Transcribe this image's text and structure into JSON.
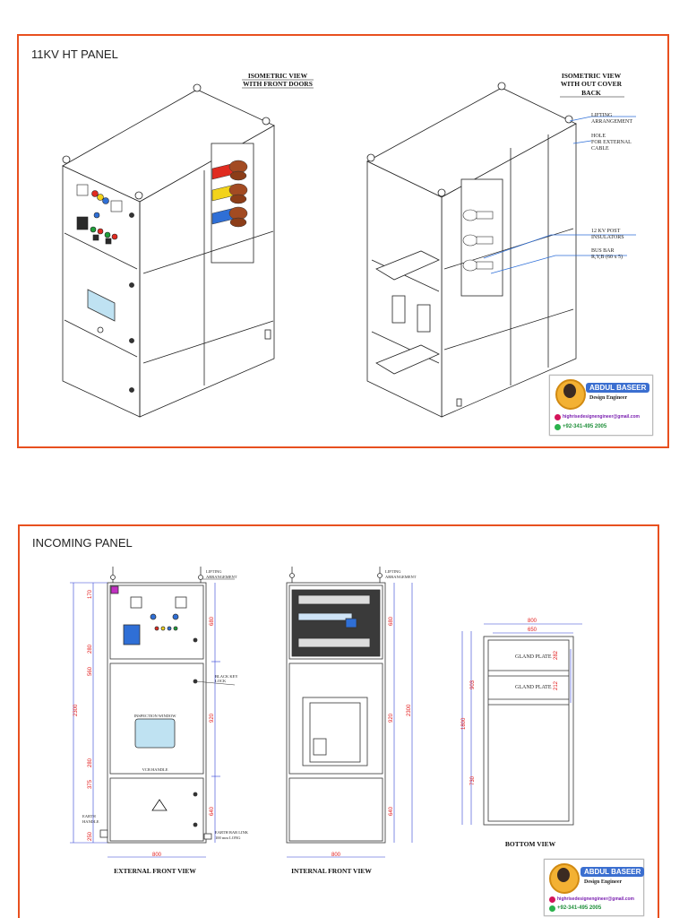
{
  "panel_top": {
    "title": "11KV HT PANEL",
    "view_left_title": [
      "ISOMETRIC VIEW",
      "WITH FRONT DOORS"
    ],
    "view_right_title": [
      "ISOMETRIC VIEW",
      "WITH OUT COVER",
      "BACK"
    ],
    "callouts": {
      "lifting": [
        "LIFTING",
        "ARRANGEMENT"
      ],
      "hole": [
        "HOLE",
        "FOR EXTERNAL",
        "CABLE"
      ],
      "insulators": [
        "12 KV POST",
        "INSULATORS"
      ],
      "busbar": [
        "BUS BAR",
        "R,Y,B (60 x 5)"
      ]
    }
  },
  "panel_bottom": {
    "title": "INCOMING PANEL",
    "external_front_view": "EXTERNAL FRONT VIEW",
    "internal_front_view": "INTERNAL FRONT VIEW",
    "bottom_view": "BOTTOM VIEW",
    "lifting": [
      "LIFTING",
      "ARRANGEMENT"
    ],
    "black_key_lock": [
      "BLACK KEY",
      "LOCK"
    ],
    "inspection_window": "INSPECTION WINDOW",
    "vcb_handle": "VCB HANDLE",
    "earth_bar_link": [
      "EARTH BAR LINK",
      "100 mm LONG"
    ],
    "earth_handle": [
      "EARTH",
      "HANDLE"
    ],
    "gland_plate": "GLAND PLATE",
    "dims": {
      "width": "800",
      "total_height": "2300",
      "top": "680",
      "mid": "920",
      "bottom": "640",
      "d170": "170",
      "d280": "280",
      "d560": "560",
      "d280b": "280",
      "d375": "375",
      "d250": "250",
      "bv_outer": "800",
      "bv_inner": "650",
      "bv_depth": "1800",
      "bv_903": "903",
      "bv_730": "730",
      "bv_g1": "282",
      "bv_g2": "212"
    }
  },
  "cards": [
    {
      "name": "ABDUL BASEER",
      "role": "Design Engineer",
      "email": "highrisedesignengineer@gmail.com",
      "phone": "+92-341-495 2005"
    },
    {
      "name": "ABDUL BASEER",
      "role": "Design Engineer",
      "email": "highrisedesignengineer@gmail.com",
      "phone": "+92-341-495 2005"
    }
  ],
  "colors": {
    "frame": "#e8501f",
    "dim": "#e31c1c",
    "callout": "#2e6fd8",
    "phase_r": "#e02b20",
    "phase_y": "#f2d31a",
    "phase_b": "#2f6fd6"
  }
}
